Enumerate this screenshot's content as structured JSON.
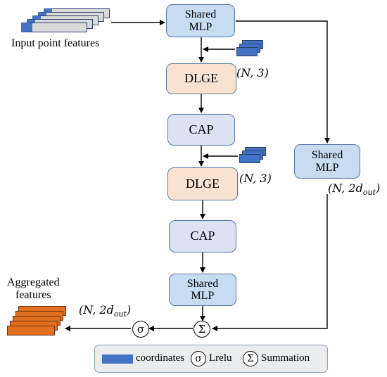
{
  "input_label": "Input point features",
  "output_label": [
    "Aggregated",
    "features"
  ],
  "nodes": {
    "shared_mlp_top": [
      "Shared",
      "MLP"
    ],
    "dlge_1": "DLGE",
    "cap_1": "CAP",
    "dlge_2": "DLGE",
    "cap_2": "CAP",
    "shared_mlp_bottom": [
      "Shared",
      "MLP"
    ],
    "shared_mlp_right": [
      "Shared",
      "MLP"
    ]
  },
  "dims": {
    "coords_1": "(N,3)",
    "coords_2": "(N,3)",
    "right_out": "(N,2d_out)",
    "agg_out": "(N,2d_out)"
  },
  "ops": {
    "sigma": "σ",
    "sum": "Σ"
  },
  "legend": {
    "coordinates": "coordinates",
    "lrelu": "Lrelu",
    "summation": "Summation"
  },
  "colors": {
    "mlp_fill": "#c7dbf1",
    "cap_fill": "#dbe3f3",
    "dlge_fill": "#fae2d0",
    "coord_blue": "#4472c4",
    "input_gray": "#d9d9d9",
    "output_orange": "#e0701e",
    "box_border": "#5a78a8"
  }
}
